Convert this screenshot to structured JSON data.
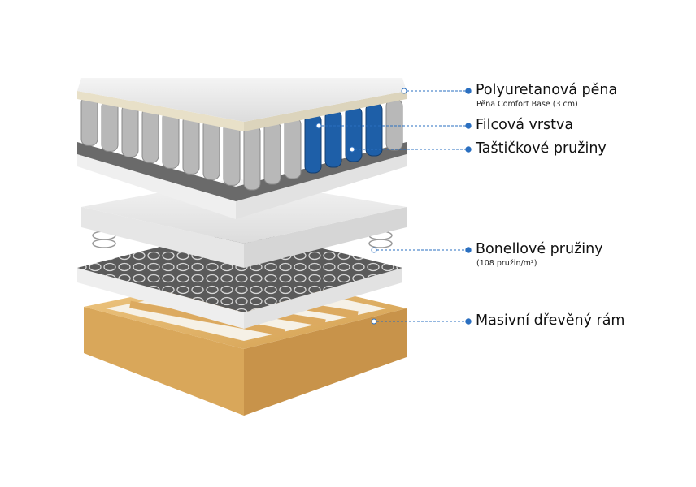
{
  "colors": {
    "callout": "#2a6fc0",
    "wood": "#e2b46a",
    "blue_springs": "#1e5fa8",
    "spring_gray": "#9a9a9a"
  },
  "labels": [
    {
      "title": "Polyuretanová pěna",
      "subtitle": "Pěna Comfort Base (3 cm)"
    },
    {
      "title": "Filcová vrstva"
    },
    {
      "title": "Taštičkové pružiny"
    },
    {
      "title": "Bonellové pružiny",
      "subtitle": "(108 pružin/m²)"
    },
    {
      "title": "Masivní dřevěný rám"
    }
  ]
}
